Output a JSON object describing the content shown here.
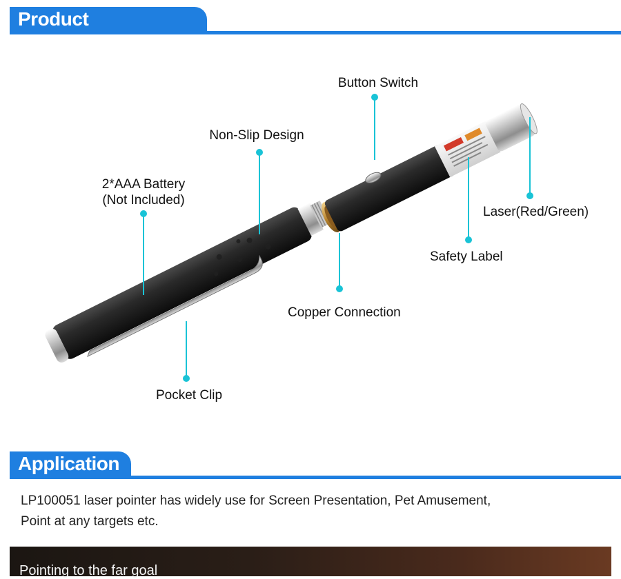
{
  "sections": {
    "intro_title": "Product Introduction",
    "application_title": "Application"
  },
  "callouts": {
    "button_switch": "Button Switch",
    "non_slip": "Non-Slip Design",
    "battery_line1": "2*AAA Battery",
    "battery_line2": "(Not Included)",
    "laser": "Laser(Red/Green)",
    "safety_label": "Safety Label",
    "copper": "Copper Connection",
    "pocket_clip": "Pocket Clip"
  },
  "application": {
    "line1": "LP100051 laser pointer has widely use for Screen Presentation, Pet Amusement,",
    "line2": "Point at any targets etc."
  },
  "banner": {
    "text": "Pointing to the far goal"
  },
  "colors": {
    "accent_blue": "#1f7fe0",
    "callout_cyan": "#19c3d6"
  }
}
